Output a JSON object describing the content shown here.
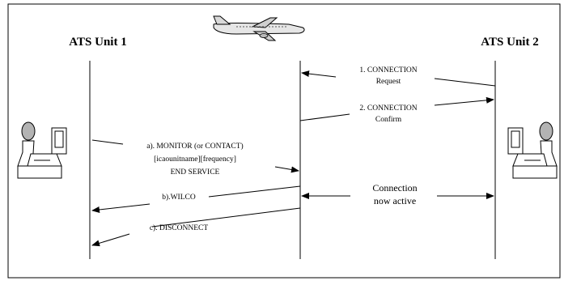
{
  "units": {
    "left": {
      "title": "ATS Unit 1"
    },
    "right": {
      "title": "ATS Unit 2"
    }
  },
  "messages": {
    "connection_request": {
      "line1": "1. CONNECTION",
      "line2": "Request"
    },
    "connection_confirm": {
      "line1": "2. CONNECTION",
      "line2": "Confirm"
    },
    "monitor": {
      "line1": "a). MONITOR (or CONTACT)",
      "line2": "[icaounitname][frequency]",
      "line3": "END SERVICE"
    },
    "wilco": {
      "label": "b).WILCO"
    },
    "disconnect": {
      "label": "c). DISCONNECT"
    },
    "active": {
      "line1": "Connection",
      "line2": "now active"
    }
  },
  "icons": {
    "aircraft": "airliner-icon",
    "left_controller": "controller-workstation-icon",
    "right_controller": "controller-workstation-icon"
  }
}
